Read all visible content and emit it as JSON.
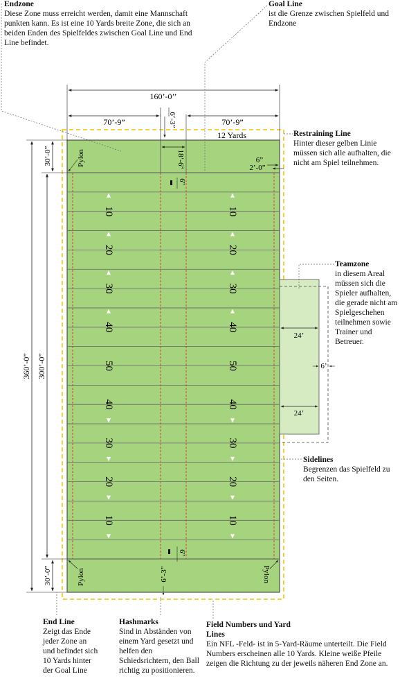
{
  "annotations": {
    "endzone": {
      "title": "Endzone",
      "text": "Diese Zone muss erreicht werden, damit eine Mannschaft punkten kann. Es ist eine 10 Yards breite Zone, die sich an beiden Enden des Spielfeldes zwischen Goal Line und End Line befindet."
    },
    "goal_line": {
      "title": "Goal Line",
      "text": "ist die Grenze zwischen Spielfeld und Endzone"
    },
    "restraining_line": {
      "title": "Restraining Line",
      "text": "Hinter dieser gelben Linie müssen sich alle aufhalten, die nicht am Spiel teilnehmen."
    },
    "teamzone": {
      "title": "Teamzone",
      "text": "in diesem Areal müssen sich die Spieler aufhalten, die gerade nicht am Spielgeschehen teilnehmen sowie Trainer und Betreuer."
    },
    "sidelines": {
      "title": "Sidelines",
      "text": "Begrenzen das Spielfeld zu den Seiten."
    },
    "end_line": {
      "title": "End Line",
      "text": "Zeigt das Ende jeder Zone an und befindet sich 10 Yards hinter der Goal Line"
    },
    "hashmarks": {
      "title": "Hashmarks",
      "text": "Sind in Abständen von einem Yard gesetzt und helfen den Schiedsrichtern, den Ball richtig zu positionieren."
    },
    "field_numbers": {
      "title": "Field Numbers und Yard Lines",
      "text": "Ein NFL -Feld- ist in 5-Yard-Räume unterteilt. Die Field Numbers erscheinen alle 10 Yards. Kleine weiße Pfeile zeigen die Richtung zu der jeweils näheren End Zone an."
    }
  },
  "dimensions": {
    "total_width": "160’-0’’",
    "left_width": "70’-9”",
    "right_width": "70’-9”",
    "hash_gap": "6’-3”",
    "hash_gap_bottom": "6’-3”",
    "goalpost_width": "18’-6”",
    "restraining_offset": "6”",
    "restraining_gap": "2’-0”",
    "total_length": "360’-0”",
    "field_length": "300’-0”",
    "endzone_top": "30’-0”",
    "endzone_bottom": "30’-0”",
    "hash_len_top": "6”",
    "hash_len_bottom": "6”",
    "team_depth_top": "24’",
    "team_depth_bottom": "24’",
    "team_gap": "6’",
    "endzone_yards": "12 Yards"
  },
  "field_labels": {
    "pylon": "Pylon",
    "yard_numbers": [
      "10",
      "20",
      "30",
      "40",
      "50",
      "40",
      "30",
      "20",
      "10"
    ]
  },
  "colors": {
    "turf": "#a6d37e",
    "teamzone": "#d6ebc2",
    "restraining": "#f2c200",
    "hashmark_dash": "#d23a2a"
  }
}
